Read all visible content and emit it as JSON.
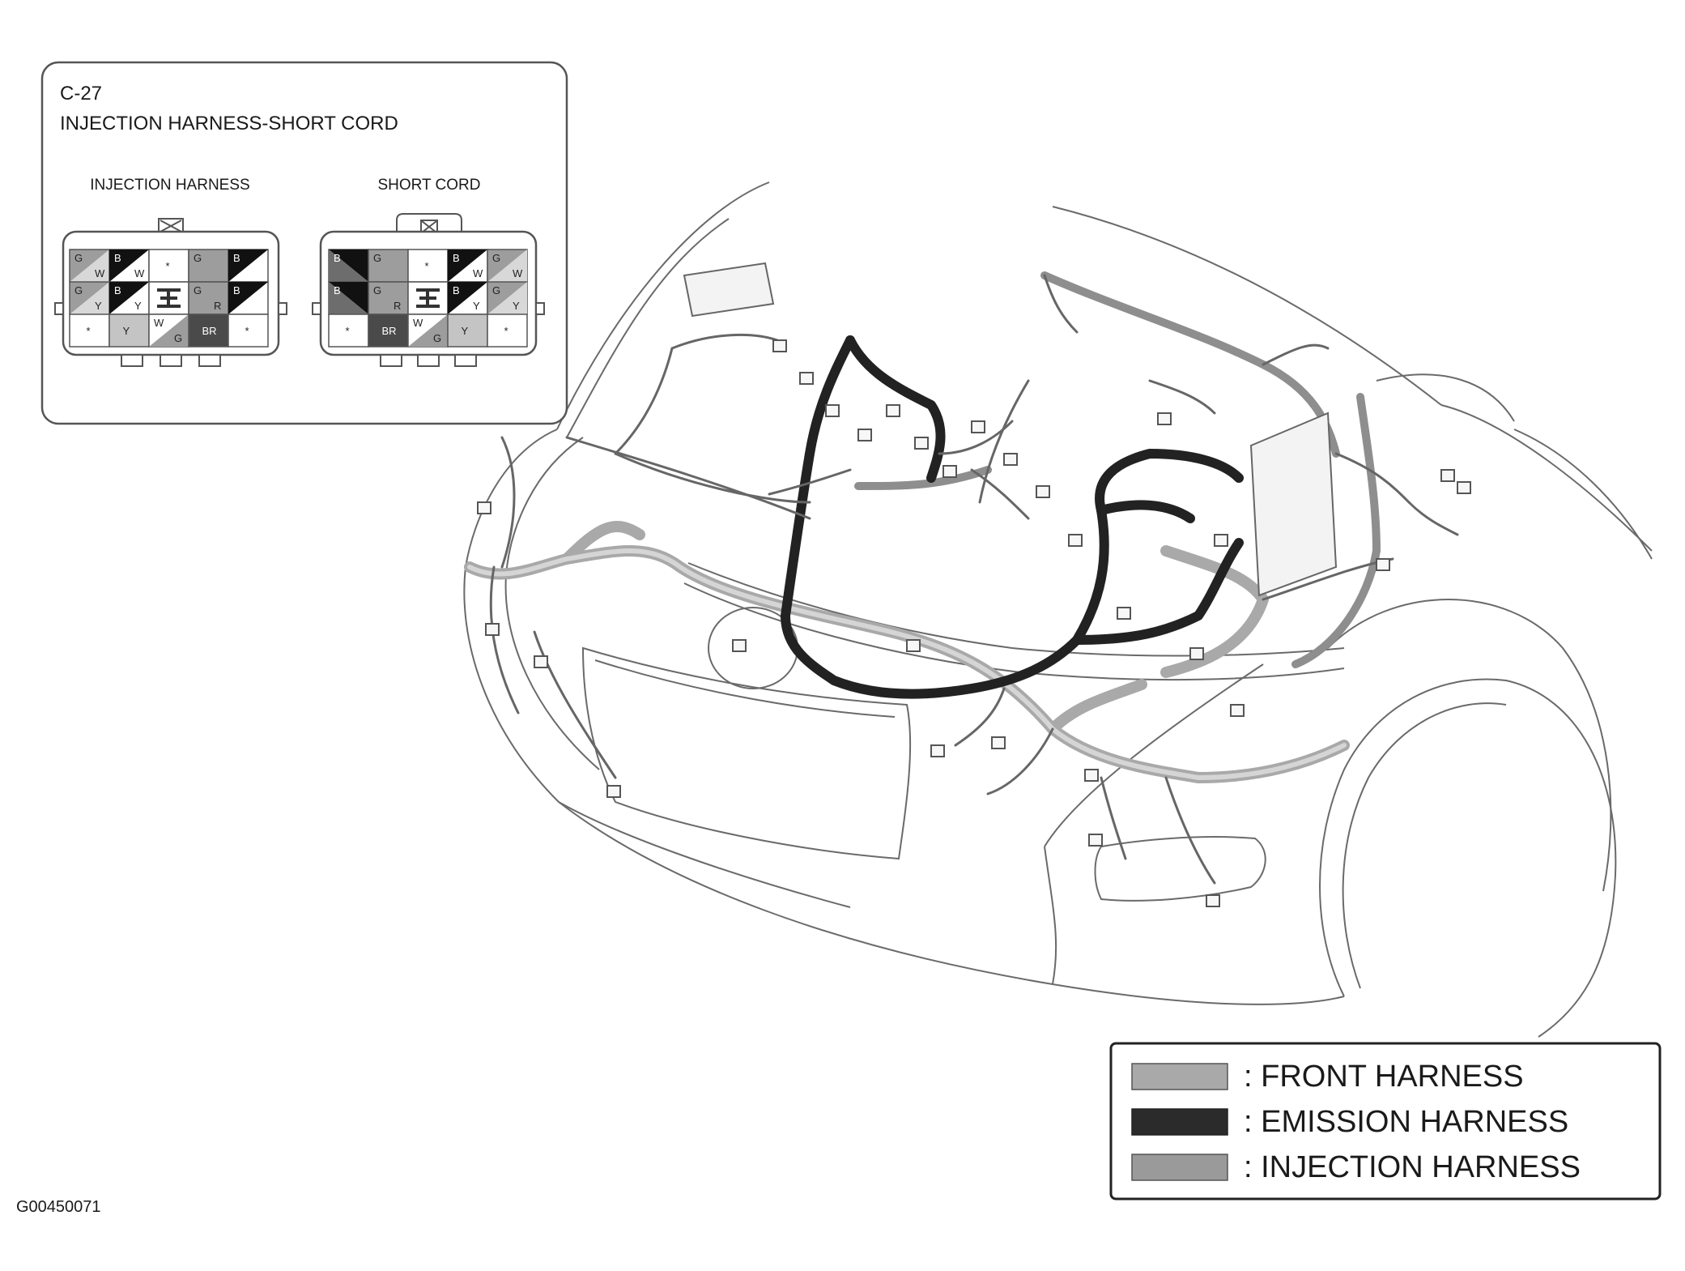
{
  "callout": {
    "connector_id": "C-27",
    "title": "INJECTION HARNESS-SHORT CORD",
    "left_connector": {
      "label": "INJECTION HARNESS",
      "rows": [
        [
          {
            "t": "G",
            "b": "W",
            "fill": "diag-gray"
          },
          {
            "t": "B",
            "b": "W",
            "fill": "diag-black"
          },
          {
            "t": "*",
            "b": "",
            "fill": "white"
          },
          {
            "t": "G",
            "b": "",
            "fill": "gray"
          },
          {
            "t": "B",
            "b": "",
            "fill": "diag-black"
          }
        ],
        [
          {
            "t": "G",
            "b": "Y",
            "fill": "diag-gray"
          },
          {
            "t": "B",
            "b": "Y",
            "fill": "diag-black"
          },
          {
            "t": "",
            "b": "",
            "fill": "latch"
          },
          {
            "t": "G",
            "b": "R",
            "fill": "gray"
          },
          {
            "t": "B",
            "b": "",
            "fill": "diag-black"
          }
        ],
        [
          {
            "t": "*",
            "b": "",
            "fill": "white"
          },
          {
            "t": "Y",
            "b": "",
            "fill": "light"
          },
          {
            "t": "W",
            "b": "G",
            "fill": "diag-white"
          },
          {
            "t": "BR",
            "b": "",
            "fill": "dark"
          },
          {
            "t": "*",
            "b": "",
            "fill": "white"
          }
        ]
      ]
    },
    "right_connector": {
      "label": "SHORT CORD",
      "rows": [
        [
          {
            "t": "B",
            "b": "",
            "fill": "diag-black-r"
          },
          {
            "t": "G",
            "b": "",
            "fill": "gray"
          },
          {
            "t": "*",
            "b": "",
            "fill": "white"
          },
          {
            "t": "B",
            "b": "W",
            "fill": "diag-black"
          },
          {
            "t": "G",
            "b": "W",
            "fill": "diag-gray"
          }
        ],
        [
          {
            "t": "B",
            "b": "",
            "fill": "diag-black-r"
          },
          {
            "t": "G",
            "b": "R",
            "fill": "gray"
          },
          {
            "t": "",
            "b": "",
            "fill": "latch"
          },
          {
            "t": "B",
            "b": "Y",
            "fill": "diag-black"
          },
          {
            "t": "G",
            "b": "Y",
            "fill": "diag-gray"
          }
        ],
        [
          {
            "t": "*",
            "b": "",
            "fill": "white"
          },
          {
            "t": "BR",
            "b": "",
            "fill": "dark"
          },
          {
            "t": "W",
            "b": "G",
            "fill": "diag-white"
          },
          {
            "t": "Y",
            "b": "",
            "fill": "light"
          },
          {
            "t": "*",
            "b": "",
            "fill": "white"
          }
        ]
      ]
    }
  },
  "legend": {
    "items": [
      {
        "label": ": FRONT HARNESS",
        "color": "#a9a9a9"
      },
      {
        "label": ": EMISSION HARNESS",
        "color": "#2b2b2b"
      },
      {
        "label": ": INJECTION HARNESS",
        "color": "#9a9a9a"
      }
    ]
  },
  "figure_code": "G00450071",
  "colors": {
    "front_harness": "#a9a9a9",
    "emission_harness": "#222222",
    "injection_harness": "#8e8e8e",
    "outline": "#555555",
    "connector_fill": "#eeeeee"
  }
}
